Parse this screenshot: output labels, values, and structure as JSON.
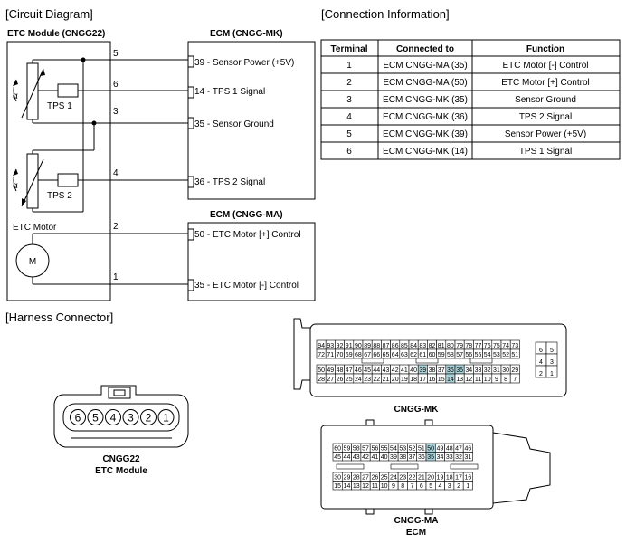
{
  "sections": {
    "circuit": "[Circuit Diagram]",
    "connection": "[Connection Information]",
    "harness": "[Harness Connector]"
  },
  "circuit": {
    "etc_module_title": "ETC Module (CNGG22)",
    "ecm_mk_title": "ECM (CNGG-MK)",
    "ecm_ma_title": "ECM (CNGG-MA)",
    "tps1_label": "TPS 1",
    "tps2_label": "TPS 2",
    "alpha": "α",
    "etc_motor_label": "ETC Motor",
    "motor_symbol": "M",
    "wire_numbers": [
      "5",
      "6",
      "3",
      "4",
      "2",
      "1"
    ],
    "mk_pins": [
      {
        "pin": "39",
        "text": " - Sensor Power (+5V)"
      },
      {
        "pin": "14",
        "text": " - TPS 1 Signal"
      },
      {
        "pin": "35",
        "text": " - Sensor Ground"
      },
      {
        "pin": "36",
        "text": " - TPS 2 Signal"
      }
    ],
    "ma_pins": [
      {
        "pin": "50",
        "text": " - ETC Motor [+] Control"
      },
      {
        "pin": "35",
        "text": " - ETC Motor [-] Control"
      }
    ]
  },
  "connection_table": {
    "headers": [
      "Terminal",
      "Connected to",
      "Function"
    ],
    "rows": [
      [
        "1",
        "ECM CNGG-MA (35)",
        "ETC Motor [-] Control"
      ],
      [
        "2",
        "ECM CNGG-MA (50)",
        "ETC Motor [+] Control"
      ],
      [
        "3",
        "ECM CNGG-MK (35)",
        "Sensor Ground"
      ],
      [
        "4",
        "ECM CNGG-MK (36)",
        "TPS 2 Signal"
      ],
      [
        "5",
        "ECM CNGG-MK (39)",
        "Sensor Power (+5V)"
      ],
      [
        "6",
        "ECM CNGG-MK (14)",
        "TPS 1 Signal"
      ]
    ]
  },
  "connectors": {
    "cngg22": {
      "pins": [
        "6",
        "5",
        "4",
        "3",
        "2",
        "1"
      ],
      "name": "CNGG22",
      "desc": "ETC Module"
    },
    "mk": {
      "name": "CNGG-MK",
      "row1": [
        "94",
        "93",
        "92",
        "91",
        "90",
        "89",
        "88",
        "87",
        "86",
        "85",
        "84",
        "83",
        "82",
        "81",
        "80",
        "79",
        "78",
        "77",
        "76",
        "75",
        "74",
        "73"
      ],
      "row2": [
        "72",
        "71",
        "70",
        "69",
        "68",
        "67",
        "66",
        "65",
        "64",
        "63",
        "62",
        "61",
        "60",
        "59",
        "58",
        "57",
        "56",
        "55",
        "54",
        "53",
        "52",
        "51"
      ],
      "row3": [
        "50",
        "49",
        "48",
        "47",
        "46",
        "45",
        "44",
        "43",
        "42",
        "41",
        "40",
        "39",
        "38",
        "37",
        "36",
        "35",
        "34",
        "33",
        "32",
        "31",
        "30",
        "29"
      ],
      "row4": [
        "28",
        "27",
        "26",
        "25",
        "24",
        "23",
        "22",
        "21",
        "20",
        "19",
        "18",
        "17",
        "16",
        "15",
        "14",
        "13",
        "12",
        "11",
        "10",
        "9",
        "8",
        "7"
      ],
      "side": [
        "6",
        "5",
        "4",
        "3",
        "2",
        "1"
      ],
      "highlight": [
        "39",
        "36",
        "35",
        "14"
      ]
    },
    "ma": {
      "name": "CNGG-MA",
      "desc": "ECM",
      "row1": [
        "60",
        "59",
        "58",
        "57",
        "56",
        "55",
        "54",
        "53",
        "52",
        "51",
        "50",
        "49",
        "48",
        "47",
        "46"
      ],
      "row2": [
        "45",
        "44",
        "43",
        "42",
        "41",
        "40",
        "39",
        "38",
        "37",
        "36",
        "35",
        "34",
        "33",
        "32",
        "31"
      ],
      "row3": [
        "30",
        "29",
        "28",
        "27",
        "26",
        "25",
        "24",
        "23",
        "22",
        "21",
        "20",
        "19",
        "18",
        "17",
        "16"
      ],
      "row4": [
        "15",
        "14",
        "13",
        "12",
        "11",
        "10",
        "9",
        "8",
        "7",
        "6",
        "5",
        "4",
        "3",
        "2",
        "1"
      ],
      "highlight": [
        "50",
        "35"
      ]
    }
  }
}
